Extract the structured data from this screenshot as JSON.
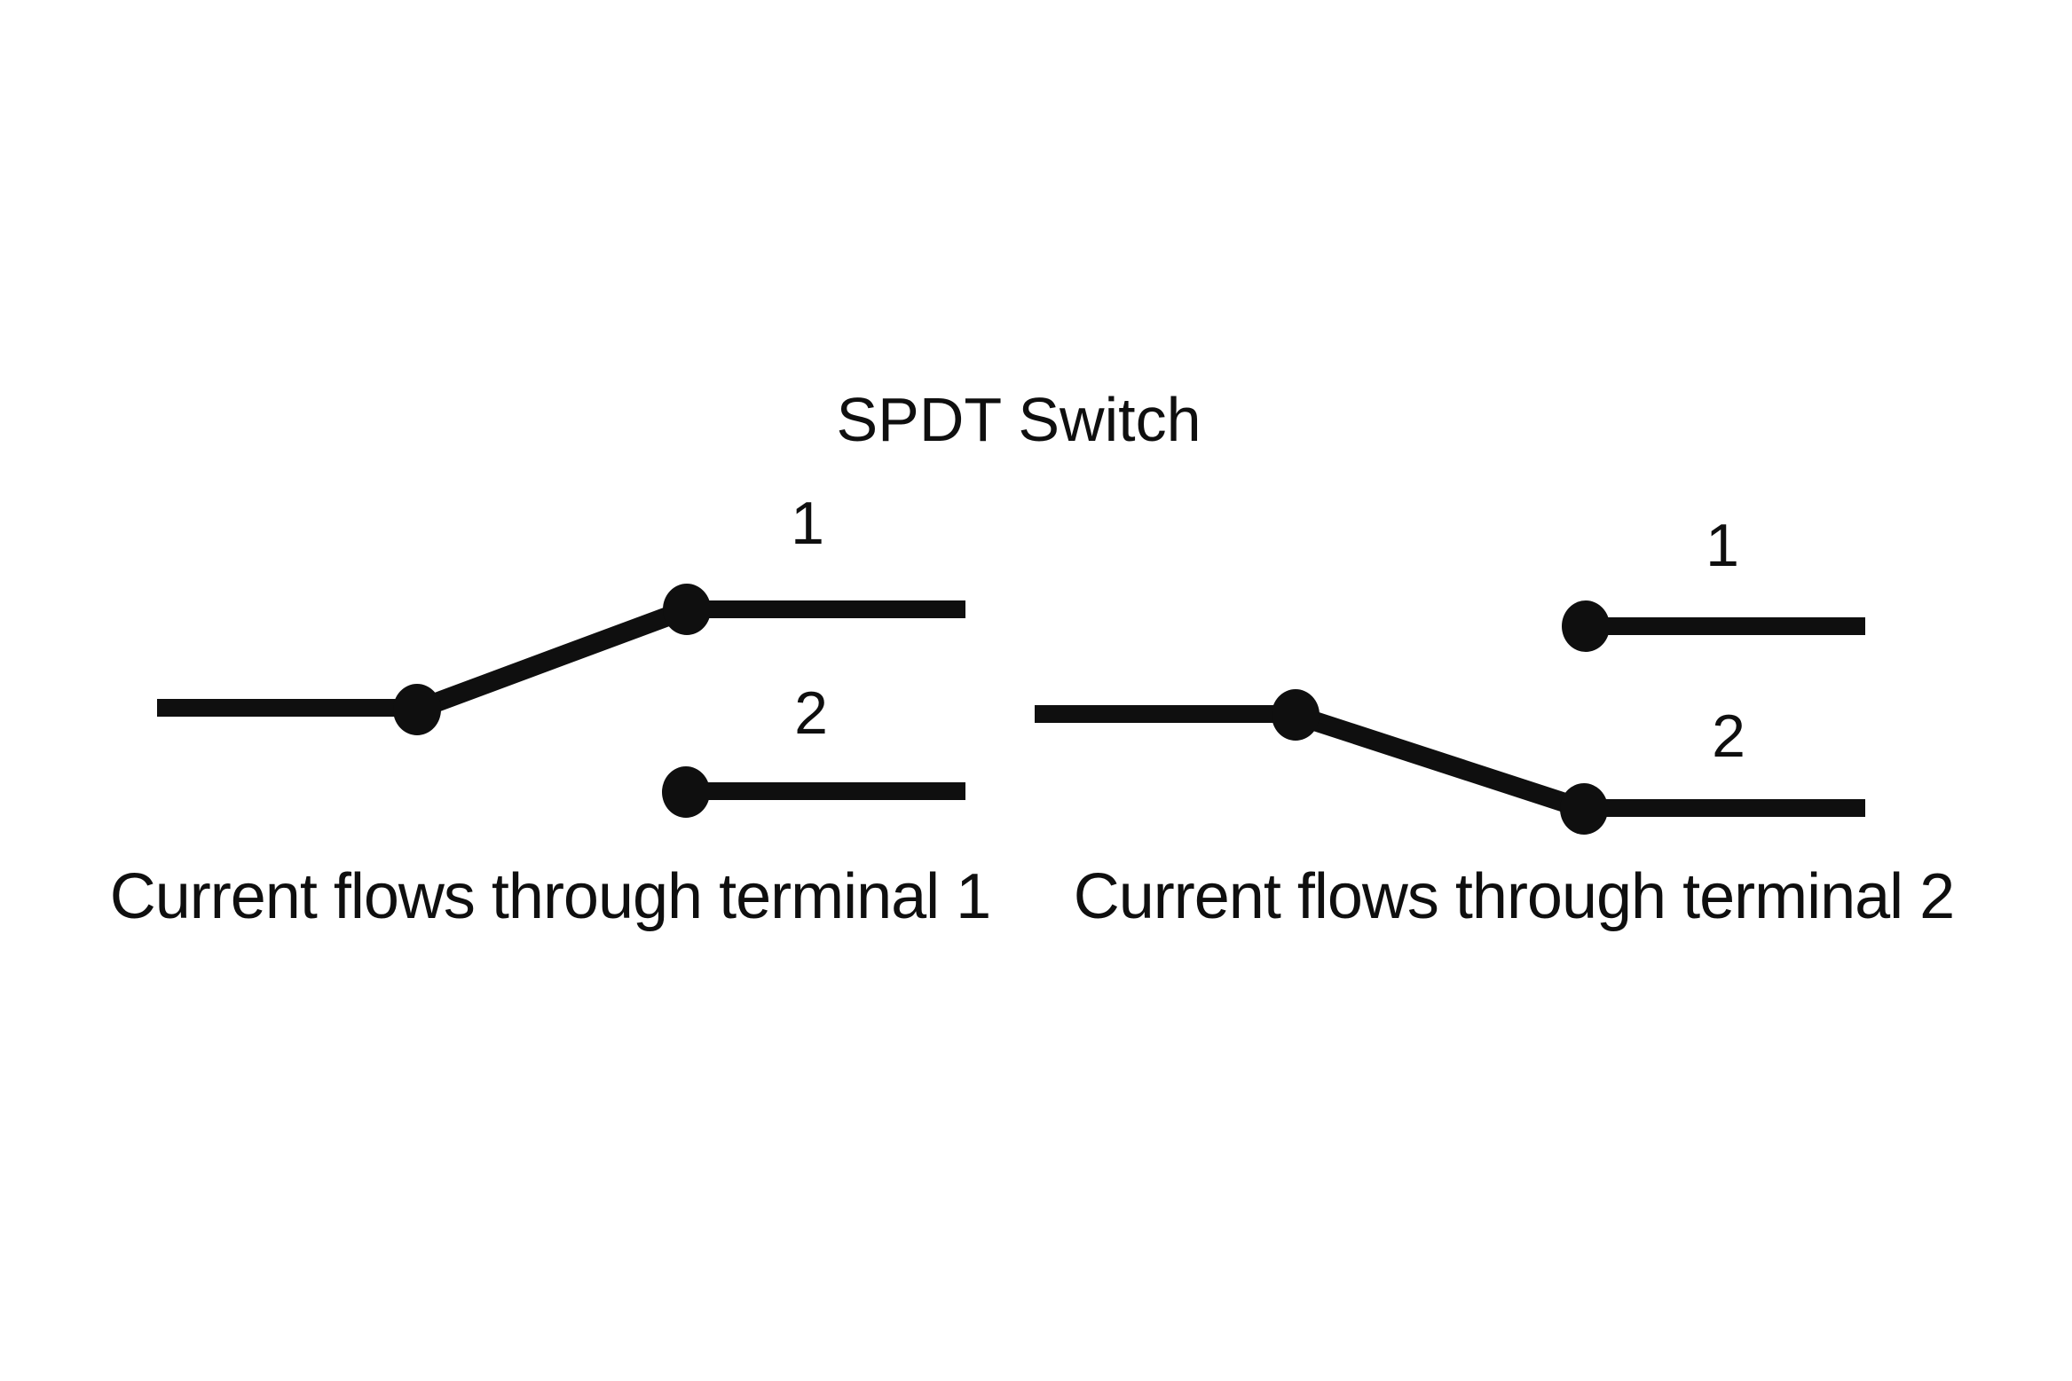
{
  "title": "SPDT Switch",
  "colors": {
    "ink": "#0f0f0f",
    "background": "#ffffff"
  },
  "diagram": {
    "type": "spdt-switch-two-states",
    "states": [
      {
        "id": "state-terminal-1",
        "active_terminal": "1",
        "terminal_1_label": "1",
        "terminal_2_label": "2",
        "caption": "Current flows through terminal 1"
      },
      {
        "id": "state-terminal-2",
        "active_terminal": "2",
        "terminal_1_label": "1",
        "terminal_2_label": "2",
        "caption": "Current flows through terminal 2"
      }
    ]
  }
}
